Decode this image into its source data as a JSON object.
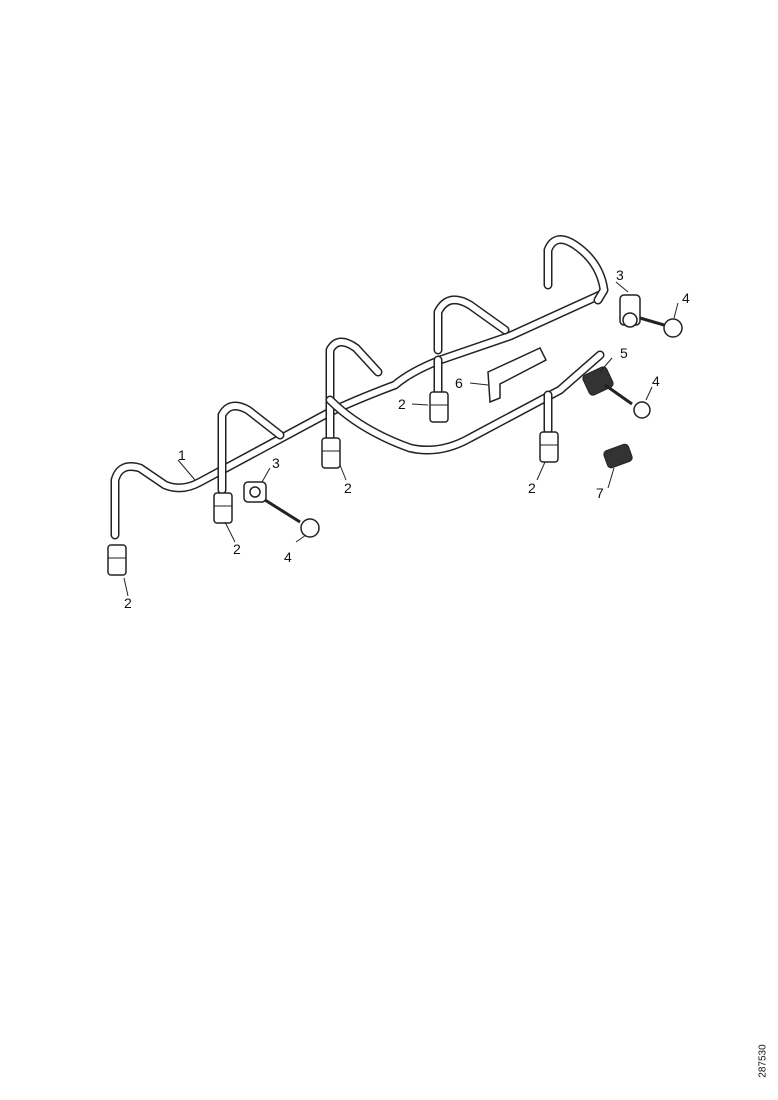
{
  "diagram": {
    "labels": {
      "fuel_pipe": "1",
      "injector": "2",
      "clamp": "3",
      "bolt": "4",
      "clamp_b": "5",
      "bracket": "6",
      "fitting": "7"
    },
    "document_number": "287530"
  }
}
